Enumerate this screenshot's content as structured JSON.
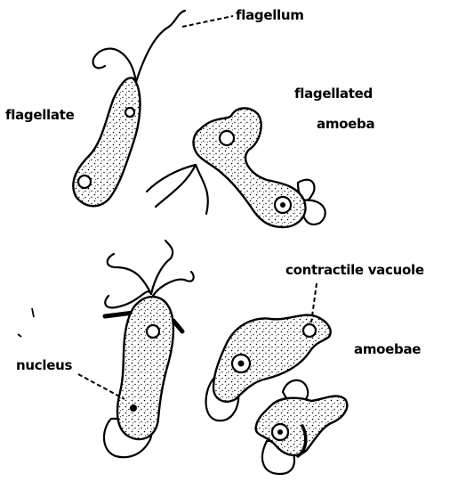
{
  "labels": {
    "flagellum": "flagellum",
    "flagellate": "flagellate",
    "flagellated_line1": "flagellated",
    "flagellated_line2": "amoeba",
    "contractile_vacuole": "contractile vacuole",
    "amoebae": "amoebae",
    "nucleus": "nucleus"
  }
}
